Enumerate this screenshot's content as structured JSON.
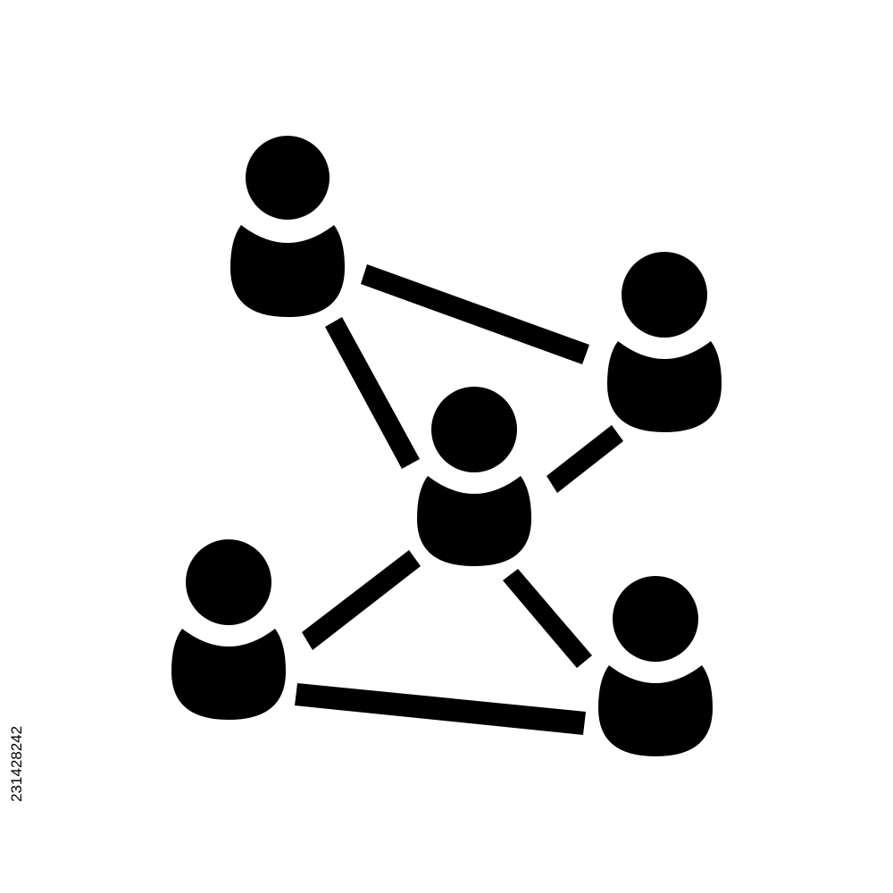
{
  "icon": {
    "name": "social-network-icon",
    "color": "#000000",
    "background": "#ffffff",
    "people": [
      {
        "id": "person-top-left",
        "icon": "user-icon"
      },
      {
        "id": "person-right",
        "icon": "user-icon"
      },
      {
        "id": "person-center",
        "icon": "user-icon"
      },
      {
        "id": "person-bottom-left",
        "icon": "user-icon"
      },
      {
        "id": "person-bottom-right",
        "icon": "user-icon"
      }
    ],
    "connections": [
      [
        "person-top-left",
        "person-right"
      ],
      [
        "person-top-left",
        "person-center"
      ],
      [
        "person-right",
        "person-center"
      ],
      [
        "person-center",
        "person-bottom-left"
      ],
      [
        "person-center",
        "person-bottom-right"
      ],
      [
        "person-bottom-left",
        "person-bottom-right"
      ]
    ]
  },
  "stock_id": "231428242"
}
